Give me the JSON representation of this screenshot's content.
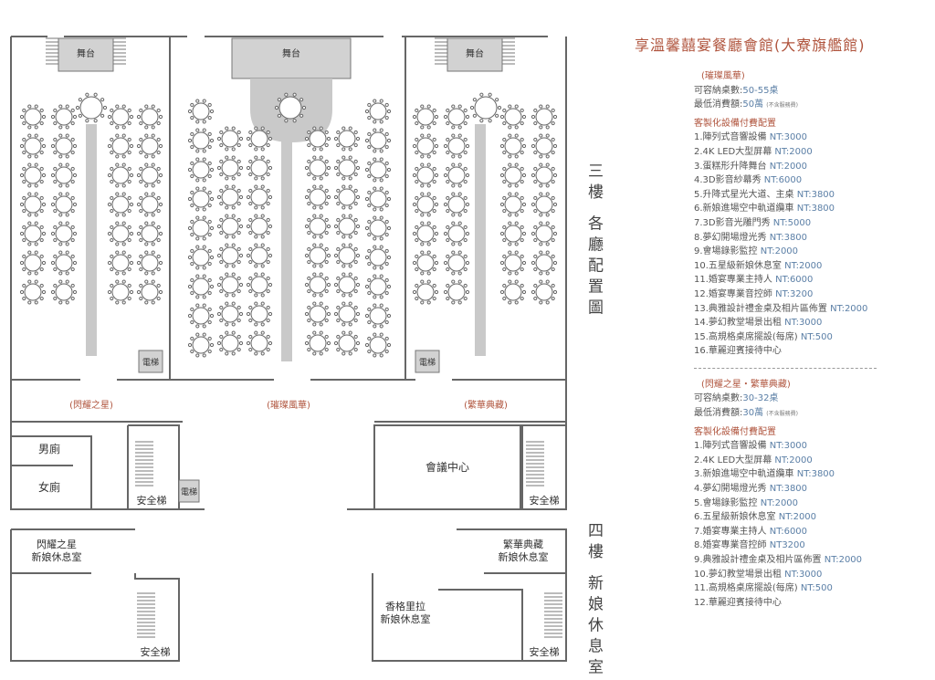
{
  "title": "享溫馨囍宴餐廳會館(大寮旗艦館)",
  "floor3_title": "三樓 各廳配置圖",
  "floor4_title": "四樓 新娘休息室",
  "plan": {
    "stage": "舞台",
    "elevator": "電梯",
    "hall_left": "(閃耀之星)",
    "hall_center": "(璀璨風華)",
    "hall_right": "(繁華典藏)",
    "mens": "男廁",
    "womens": "女廁",
    "stairs": "安全梯",
    "meeting": "會議中心",
    "bride_left_1": "閃耀之星",
    "bride_left_2": "新娘休息室",
    "bride_right_1": "繁華典藏",
    "bride_right_2": "新娘休息室",
    "bride_center_1": "香格里拉",
    "bride_center_2": "新娘休息室"
  },
  "hall1": {
    "name": "(璀璨風華)",
    "capacity_label": "可容納桌數:",
    "capacity_value": "50-55桌",
    "min_label": "最低消費額:",
    "min_value": "50萬",
    "min_note": "(不含服務費)",
    "equip_head": "客製化設備付費配置",
    "items": [
      {
        "label": "1.陣列式音響設備",
        "price": "NT:3000"
      },
      {
        "label": "2.4K LED大型屏幕",
        "price": "NT:2000"
      },
      {
        "label": "3.蛋糕形升降舞台",
        "price": "NT:2000"
      },
      {
        "label": "4.3D影音紗幕秀",
        "price": "NT:6000"
      },
      {
        "label": "5.升降式星光大道、主桌",
        "price": "NT:3800"
      },
      {
        "label": "6.新娘進場空中軌道纜車",
        "price": "NT:3800"
      },
      {
        "label": "7.3D影音光雕門秀",
        "price": "NT:5000"
      },
      {
        "label": "8.夢幻開場燈光秀",
        "price": "NT:3800"
      },
      {
        "label": "9.會場錄影監控",
        "price": "NT:2000"
      },
      {
        "label": "10.五星級新娘休息室",
        "price": "NT:2000"
      },
      {
        "label": "11.婚宴專業主持人",
        "price": "NT:6000"
      },
      {
        "label": "12.婚宴專業音控師",
        "price": "NT:3200"
      },
      {
        "label": "13.典雅設計禮金桌及相片區佈置",
        "price": "NT:2000"
      },
      {
        "label": "14.夢幻教堂場景出租",
        "price": "NT:3000"
      },
      {
        "label": "15.高規格桌席擺設(每席)",
        "price": "NT:500"
      },
      {
        "label": "16.華麗迎賓接待中心",
        "price": ""
      }
    ]
  },
  "hall2": {
    "name": "(閃耀之星・繁華典藏)",
    "capacity_label": "可容納桌數:",
    "capacity_value": "30-32桌",
    "min_label": "最低消費額:",
    "min_value": "30萬",
    "min_note": "(不含服務費)",
    "equip_head": "客製化設備付費配置",
    "items": [
      {
        "label": "1.陣列式音響設備",
        "price": "NT:3000"
      },
      {
        "label": "2.4K LED大型屏幕",
        "price": "NT:2000"
      },
      {
        "label": "3.新娘進場空中軌道纜車",
        "price": "NT:3800"
      },
      {
        "label": "4.夢幻開場燈光秀",
        "price": "NT:3800"
      },
      {
        "label": "5.會場錄影監控",
        "price": "NT:2000"
      },
      {
        "label": "6.五星級新娘休息室",
        "price": "NT:2000"
      },
      {
        "label": "7.婚宴專業主持人",
        "price": "NT:6000"
      },
      {
        "label": "8.婚宴專業音控師",
        "price": "NT3200"
      },
      {
        "label": "9.典雅設計禮金桌及相片區佈置",
        "price": "NT:2000"
      },
      {
        "label": "10.夢幻教堂場景出租",
        "price": "NT:3000"
      },
      {
        "label": "11.高規格桌席擺設(每席)",
        "price": "NT:500"
      },
      {
        "label": "12.華麗迎賓接待中心",
        "price": ""
      }
    ]
  }
}
